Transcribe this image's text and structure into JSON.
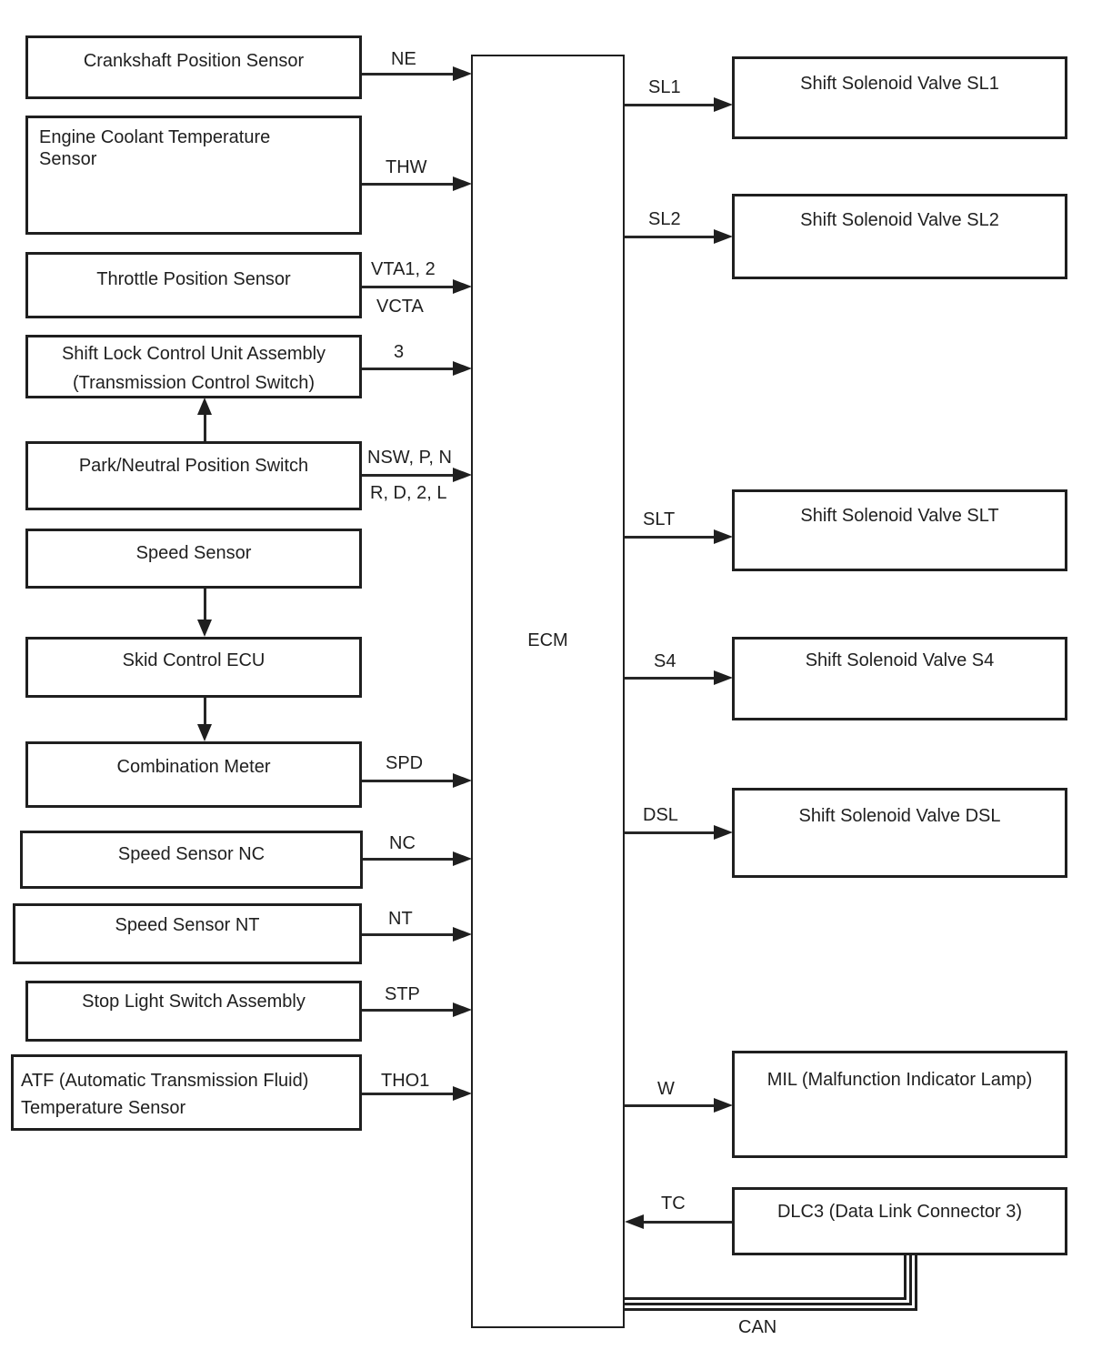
{
  "diagram": {
    "ecm_label": "ECM",
    "can_label": "CAN",
    "line_color": "#1f1f1f",
    "background_color": "#ffffff",
    "inputs": [
      {
        "label": "Crankshaft Position Sensor",
        "signal": "NE"
      },
      {
        "label": "Engine Coolant Temperature Sensor",
        "signal": "THW"
      },
      {
        "label": "Throttle Position Sensor",
        "signal_top": "VTA1, 2",
        "signal_bottom": "VCTA"
      },
      {
        "label": "Shift Lock Control Unit Assembly",
        "label2": "(Transmission Control Switch)",
        "signal": "3"
      },
      {
        "label": "Park/Neutral Position Switch",
        "signal_top": "NSW, P, N",
        "signal_bottom": "R, D, 2, L"
      },
      {
        "label": "Speed Sensor"
      },
      {
        "label": "Skid Control ECU"
      },
      {
        "label": "Combination Meter",
        "signal": "SPD"
      },
      {
        "label": "Speed Sensor NC",
        "signal": "NC"
      },
      {
        "label": "Speed Sensor NT",
        "signal": "NT"
      },
      {
        "label": "Stop Light Switch Assembly",
        "signal": "STP"
      },
      {
        "label": "ATF (Automatic Transmission Fluid)",
        "label2": "Temperature Sensor",
        "signal": "THO1"
      }
    ],
    "outputs": [
      {
        "label": "Shift Solenoid Valve SL1",
        "signal": "SL1"
      },
      {
        "label": "Shift Solenoid Valve SL2",
        "signal": "SL2"
      },
      {
        "label": "Shift Solenoid Valve SLT",
        "signal": "SLT"
      },
      {
        "label": "Shift Solenoid Valve S4",
        "signal": "S4"
      },
      {
        "label": "Shift Solenoid Valve DSL",
        "signal": "DSL"
      },
      {
        "label": "MIL (Malfunction Indicator Lamp)",
        "signal": "W"
      },
      {
        "label": "DLC3 (Data Link Connector 3)",
        "signal": "TC",
        "direction": "to-ecm"
      }
    ]
  }
}
